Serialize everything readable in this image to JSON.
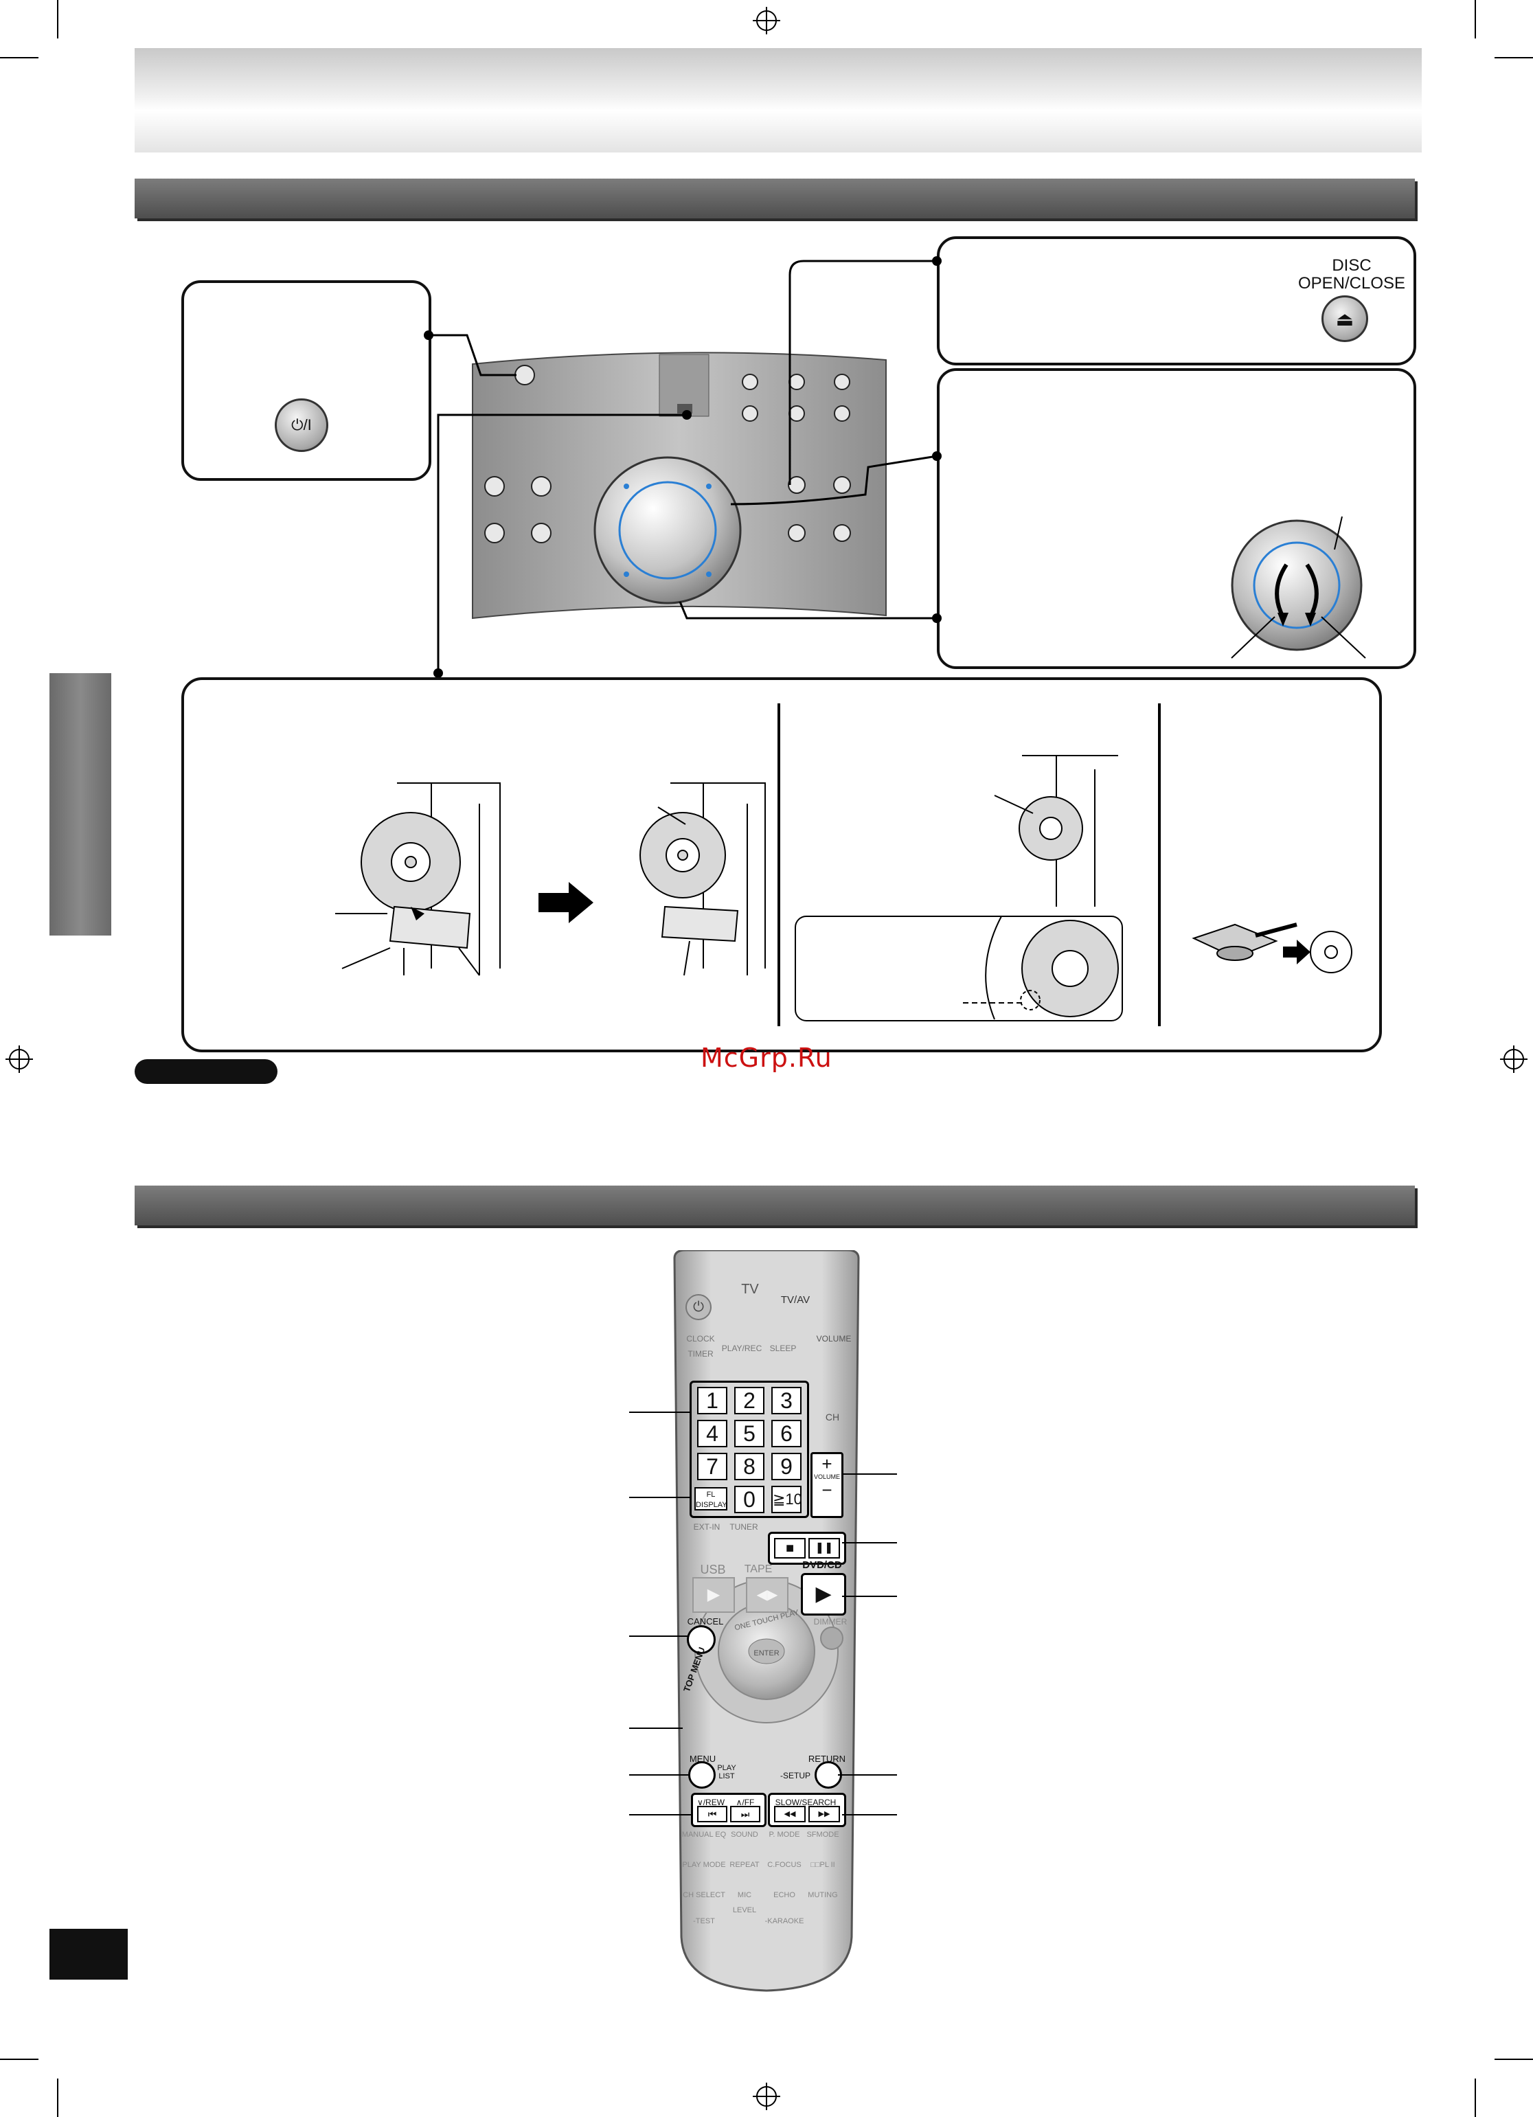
{
  "front_panel": {
    "standby_button_symbol": "⏻/I",
    "disc_open_close_label": "DISC OPEN/CLOSE",
    "eject_symbol": "⏏"
  },
  "remote": {
    "tv_label": "TV",
    "tv_av_label": "TV/AV",
    "volume_label": "VOLUME",
    "ch_label": "CH",
    "clock_timer_label": "CLOCK TIMER",
    "play_rec_label": "PLAY/REC",
    "sleep_label": "SLEEP",
    "numbers": [
      "1",
      "2",
      "3",
      "4",
      "5",
      "6",
      "7",
      "8",
      "9"
    ],
    "zero": "0",
    "ten_plus": "≧10",
    "fl_display_label": "FL DISPLAY",
    "ext_in_label": "EXT-IN",
    "tuner_label": "TUNER",
    "usb_label": "USB",
    "tape_label": "TAPE",
    "dvd_cd_label": "DVD/CD",
    "dimmer_label": "DIMMER",
    "cancel_label": "CANCEL",
    "top_menu_label": "TOP MENU",
    "one_touch_play_label": "ONE TOUCH PLAY",
    "enter_label": "ENTER",
    "menu_label": "MENU",
    "play_list_label": "PLAY LIST",
    "return_label": "RETURN",
    "setup_label": "-SETUP",
    "rew_label": "∨/REW",
    "ff_label": "∧/FF",
    "slow_search_label": "SLOW/SEARCH",
    "manual_eq_label": "MANUAL EQ",
    "sound_label": "SOUND",
    "p_mode_label": "P. MODE",
    "sfmode_label": "SFMODE",
    "play_mode_label": "PLAY MODE",
    "repeat_label": "REPEAT",
    "c_focus_label": "C.FOCUS",
    "dpl_label": "□□PL II",
    "ch_select_label": "CH SELECT",
    "mic_level_label": "MIC LEVEL",
    "echo_label": "ECHO",
    "muting_label": "MUTING",
    "test_label": "-TEST",
    "karaoke_label": "-KARAOKE",
    "stop_symbol": "■",
    "pause_symbol": "❚❚",
    "play_symbol": "▶",
    "skip_back_symbol": "⏮",
    "skip_fwd_symbol": "⏭",
    "search_back_symbol": "◀◀",
    "search_fwd_symbol": "▶▶"
  },
  "watermark": "McGrp.Ru",
  "colors": {
    "accent_blue": "#2a7fd4",
    "watermark_red": "#cc1111"
  }
}
